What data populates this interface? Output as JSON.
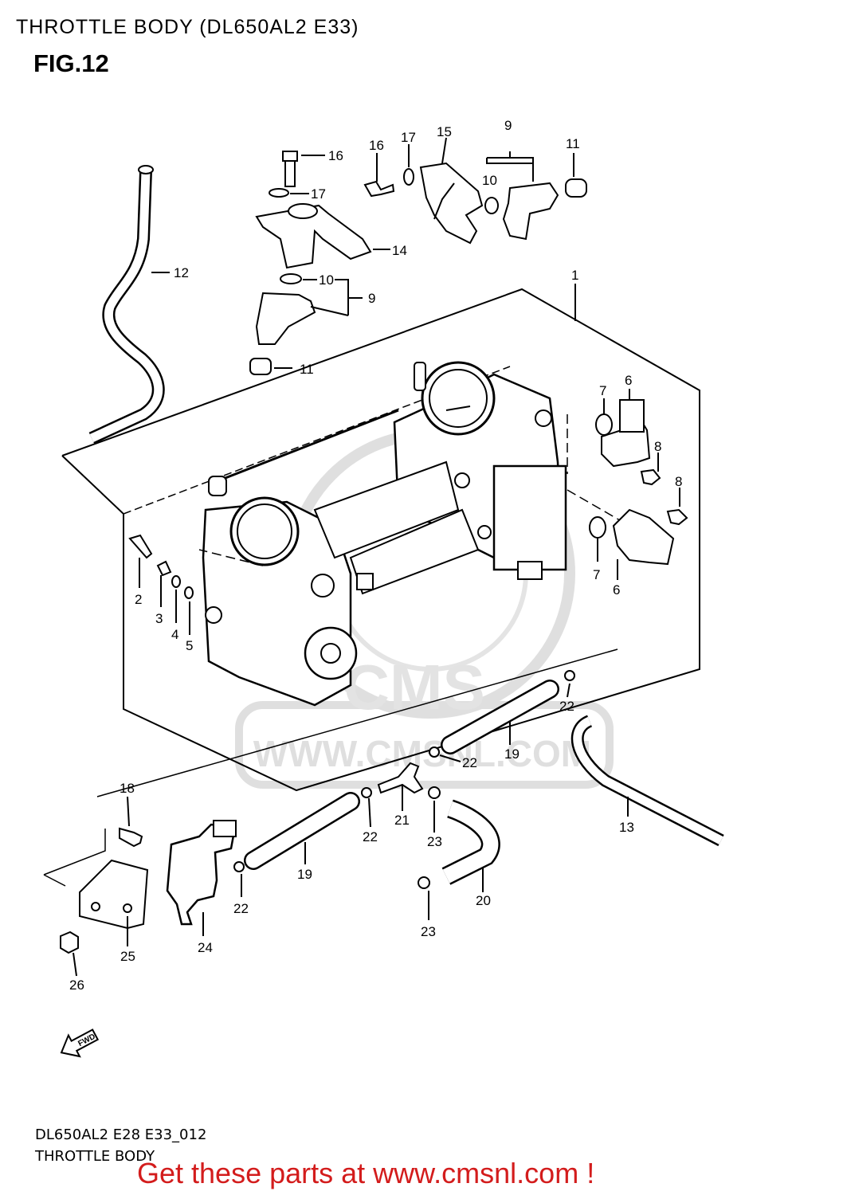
{
  "header": {
    "title": "THROTTLE BODY (DL650AL2 E33)",
    "figure": "FIG.12"
  },
  "footer": {
    "diagram_code": "DL650AL2 E28 E33_012",
    "diagram_name": "THROTTLE BODY",
    "promo": "Get these parts at www.cmsnl.com !"
  },
  "watermark": {
    "brand": "CMS",
    "url": "WWW.CMSNL.COM"
  },
  "fwd_arrow": {
    "label": "FWD"
  },
  "callouts": [
    "16",
    "17",
    "15",
    "9",
    "10",
    "11",
    "12",
    "14",
    "1",
    "6",
    "7",
    "8",
    "2",
    "3",
    "4",
    "5",
    "22",
    "19",
    "13",
    "18",
    "21",
    "23",
    "20",
    "24",
    "25",
    "26"
  ],
  "colors": {
    "line": "#000000",
    "promo": "#d31c1c",
    "watermark": "#d9d9d9"
  }
}
